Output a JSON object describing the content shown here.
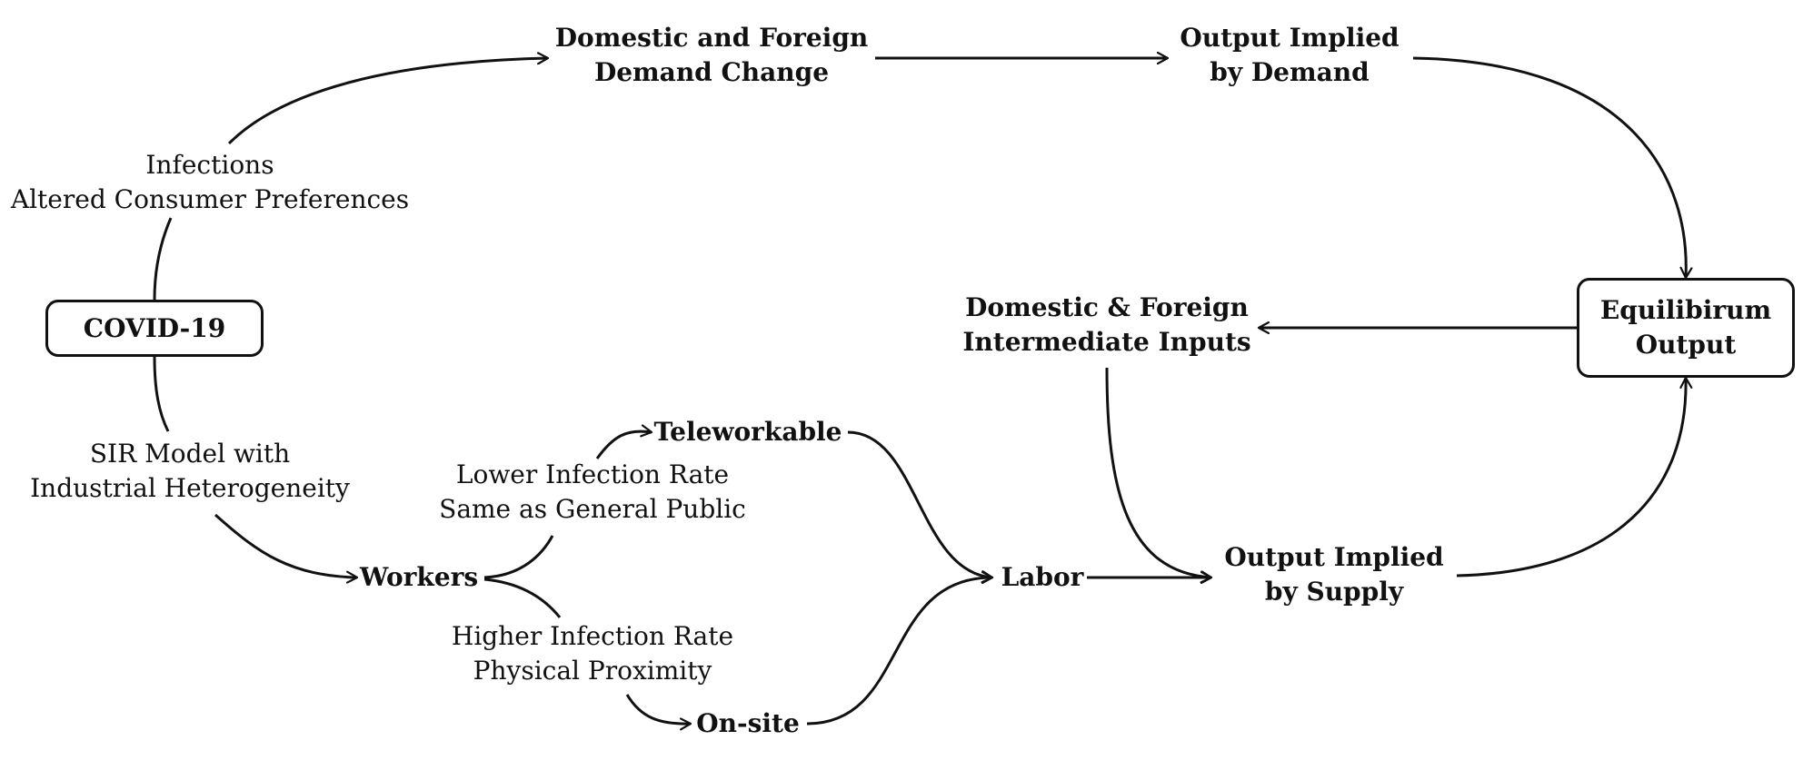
{
  "colors": {
    "ink": "#111111",
    "background": "#ffffff"
  },
  "nodes": {
    "covid": "COVID-19",
    "demand_change": "Domestic and Foreign\nDemand Change",
    "output_demand": "Output Implied\nby Demand",
    "equilibrium": "Equilibirum\nOutput",
    "intermediate": "Domestic & Foreign\nIntermediate Inputs",
    "teleworkable": "Teleworkable",
    "workers": "Workers",
    "labor": "Labor",
    "output_supply": "Output Implied\nby Supply",
    "onsite": "On-site"
  },
  "edge_labels": {
    "demand_channel": "Infections\nAltered Consumer Preferences",
    "sir_model": "SIR Model with\nIndustrial Heterogeneity",
    "telework_note": "Lower Infection Rate\nSame as General Public",
    "onsite_note": "Higher Infection Rate\nPhysical Proximity"
  }
}
